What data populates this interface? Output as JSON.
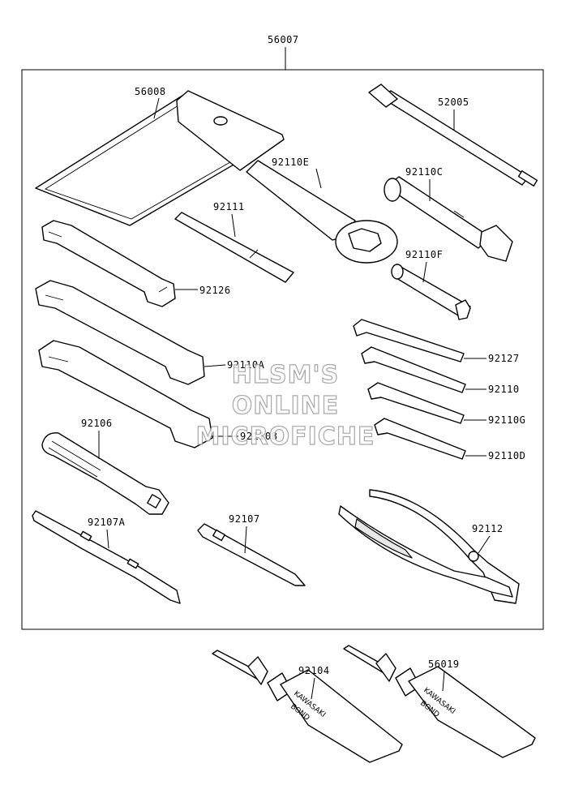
{
  "assembly": {
    "number": "56007"
  },
  "parts": [
    {
      "number": "56008"
    },
    {
      "number": "52005"
    },
    {
      "number": "92110E"
    },
    {
      "number": "92110C"
    },
    {
      "number": "92111"
    },
    {
      "number": "92110F"
    },
    {
      "number": "92126"
    },
    {
      "number": "92110A"
    },
    {
      "number": "92127"
    },
    {
      "number": "92110"
    },
    {
      "number": "92110G"
    },
    {
      "number": "92110B"
    },
    {
      "number": "92110D"
    },
    {
      "number": "92106"
    },
    {
      "number": "92107A"
    },
    {
      "number": "92107"
    },
    {
      "number": "92112"
    },
    {
      "number": "92104"
    },
    {
      "number": "56019"
    }
  ],
  "tube_text": {
    "brand": "KAWASAKI",
    "product": "BOND"
  },
  "watermark": {
    "line1": "HLSM'S",
    "line2": "ONLINE",
    "line3": "MICROFICHE"
  }
}
